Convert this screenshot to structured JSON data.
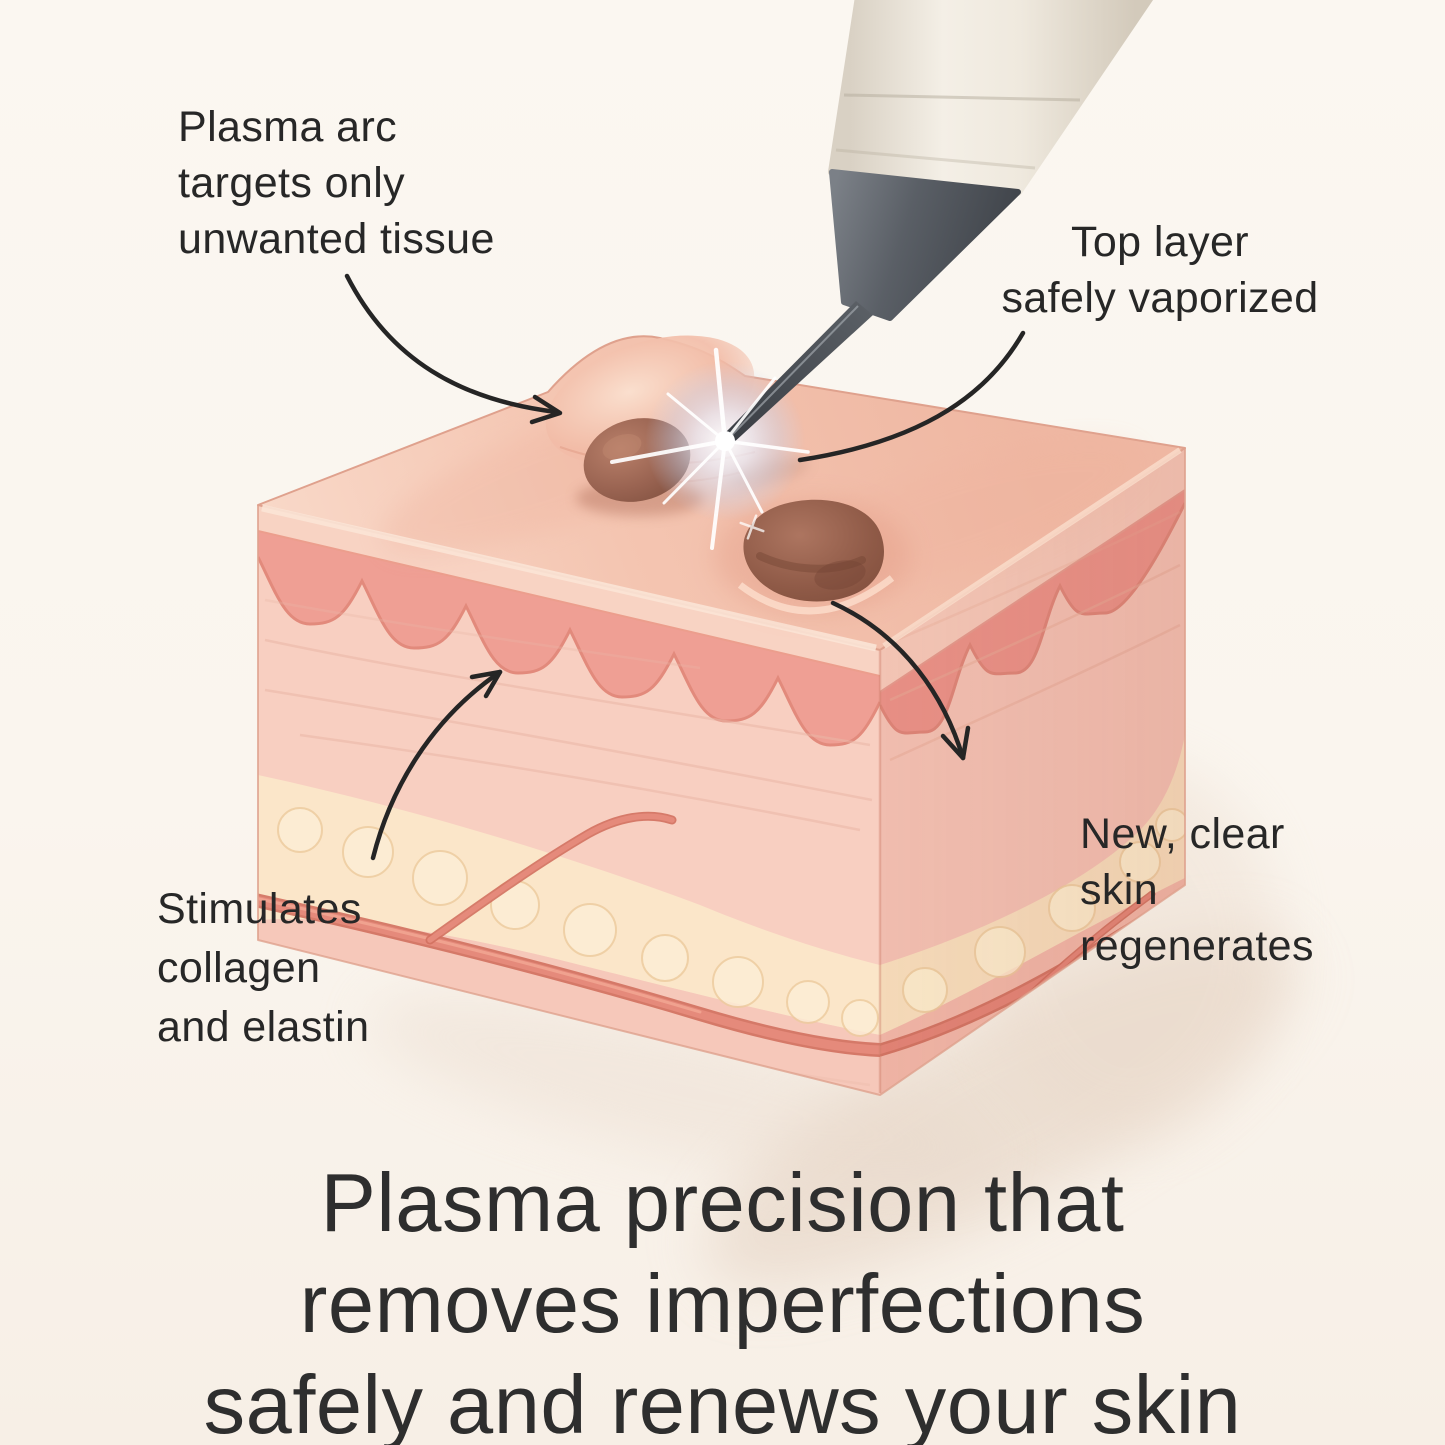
{
  "annotations": {
    "plasma_arc": {
      "lines": [
        "Plasma arc",
        "targets only",
        "unwanted tissue"
      ]
    },
    "top_layer": {
      "lines": [
        "Top layer",
        "safely vaporized"
      ]
    },
    "collagen": {
      "lines": [
        "Stimulates",
        "collagen",
        "and elastin"
      ]
    },
    "new_skin": {
      "lines": [
        "New, clear",
        "skin",
        "regenerates"
      ]
    }
  },
  "caption": {
    "lines": [
      "Plasma precision that",
      "removes imperfections",
      "safely and renews your skin"
    ]
  },
  "colors": {
    "background": "#faf5ee",
    "annotation_text": "#272727",
    "caption_text": "#2e2e2e",
    "arrow": "#252525",
    "skin_top": "#f4c5b1",
    "epidermis": "#ef9f94",
    "dermis": "#f8cfc1",
    "fat": "#fbe6c9",
    "hypodermis": "#f6c8ba",
    "vessel": "#e58a7b",
    "mole": "#996351",
    "pen_body": "#efe9de",
    "pen_tip": "#5a5f66",
    "needle": "#45494e",
    "spark": "#ffffff",
    "spark_glow": "#c9d9f5"
  }
}
